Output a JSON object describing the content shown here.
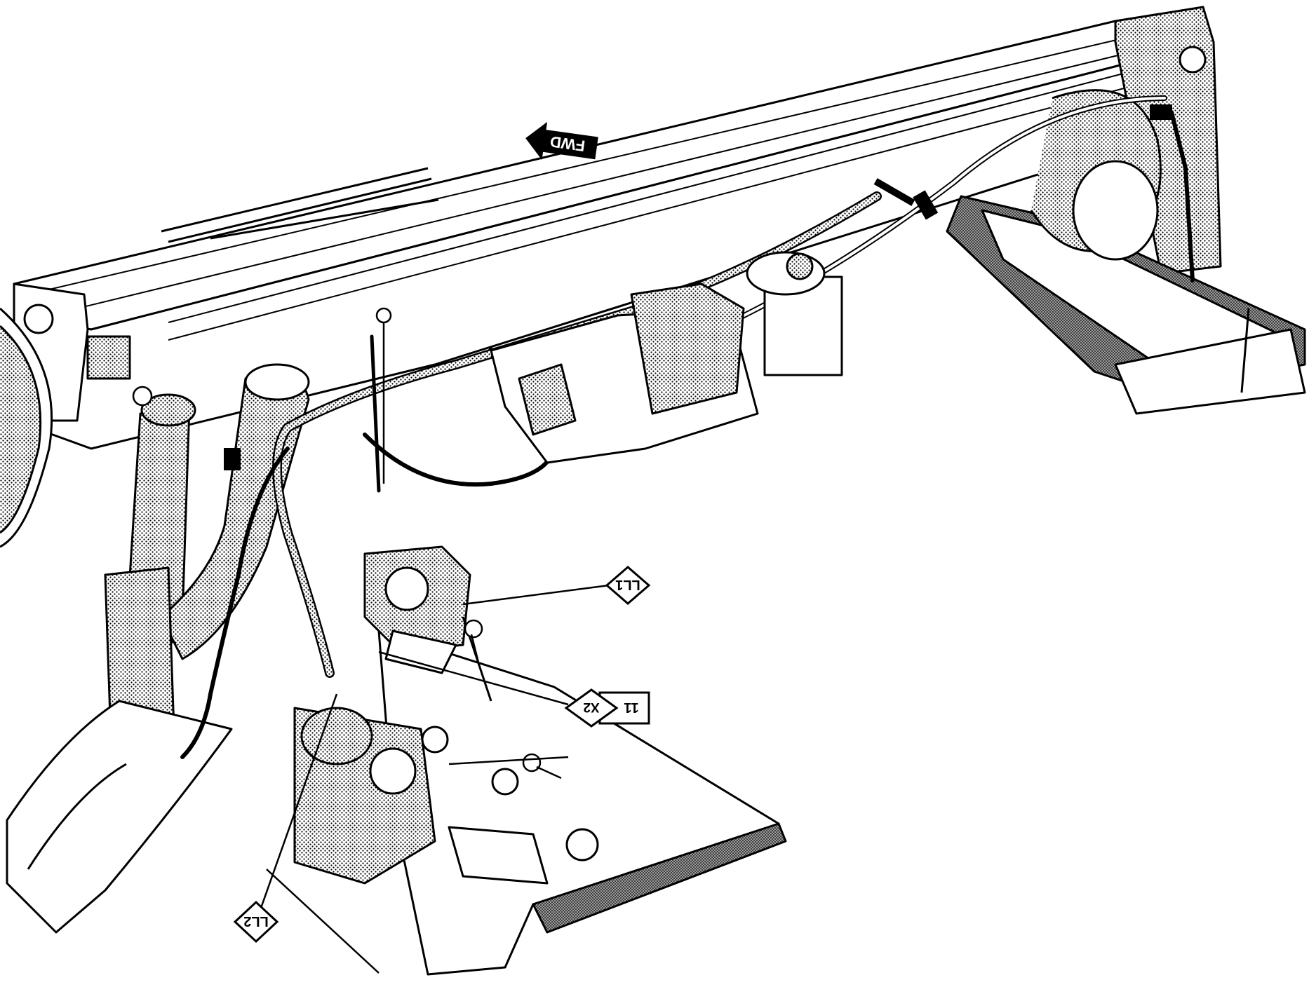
{
  "diagram": {
    "direction_arrow": {
      "label": "FWD",
      "icon": "forward-arrow-icon"
    },
    "callouts": [
      {
        "id": "ll1",
        "text": "LL1"
      },
      {
        "id": "x2",
        "text": "X2",
        "tag": "11"
      },
      {
        "id": "ll2",
        "text": "LL2"
      }
    ],
    "colors": {
      "ink": "#000000",
      "paper": "#ffffff",
      "shade": "#7a7a7a"
    }
  }
}
